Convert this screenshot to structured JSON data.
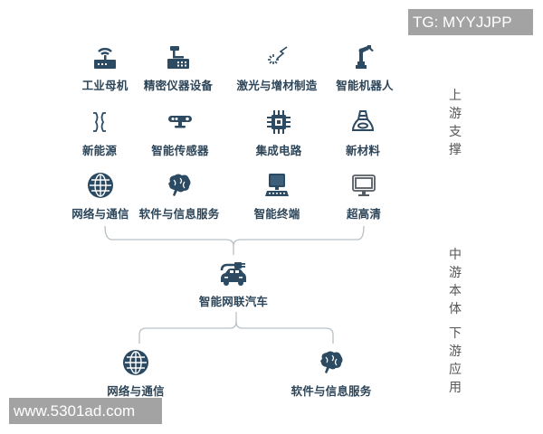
{
  "watermarks": {
    "top_right": "TG: MYYJJPP",
    "bottom_left": "www.5301ad.com"
  },
  "colors": {
    "icon": "#2c4a62",
    "label": "#2d4558",
    "connector": "#b8c0c6",
    "side_label": "#555555",
    "watermark_bg": "#a3a3a3"
  },
  "upstream": {
    "items": [
      {
        "label": "工业母机",
        "icon": "router-icon"
      },
      {
        "label": "精密仪器设备",
        "icon": "precision-instrument-icon"
      },
      {
        "label": "激光与增材制造",
        "icon": "laser-icon"
      },
      {
        "label": "智能机器人",
        "icon": "robot-arm-icon"
      },
      {
        "label": "新能源",
        "icon": "new-energy-icon"
      },
      {
        "label": "智能传感器",
        "icon": "sensor-icon"
      },
      {
        "label": "集成电路",
        "icon": "chip-icon"
      },
      {
        "label": "新材料",
        "icon": "material-icon"
      },
      {
        "label": "网络与通信",
        "icon": "globe-icon"
      },
      {
        "label": "软件与信息服务",
        "icon": "brain-icon"
      },
      {
        "label": "智能终端",
        "icon": "computer-icon"
      },
      {
        "label": "超高清",
        "icon": "monitor-icon"
      }
    ]
  },
  "midstream": {
    "label": "智能网联汽车",
    "icon": "connected-car-icon"
  },
  "downstream": {
    "items": [
      {
        "label": "网络与通信",
        "icon": "globe-icon"
      },
      {
        "label": "软件与信息服务",
        "icon": "brain-icon"
      }
    ]
  },
  "side_labels": {
    "upstream": "上游支撑",
    "midstream": "中游本体",
    "downstream": "下游应用"
  }
}
